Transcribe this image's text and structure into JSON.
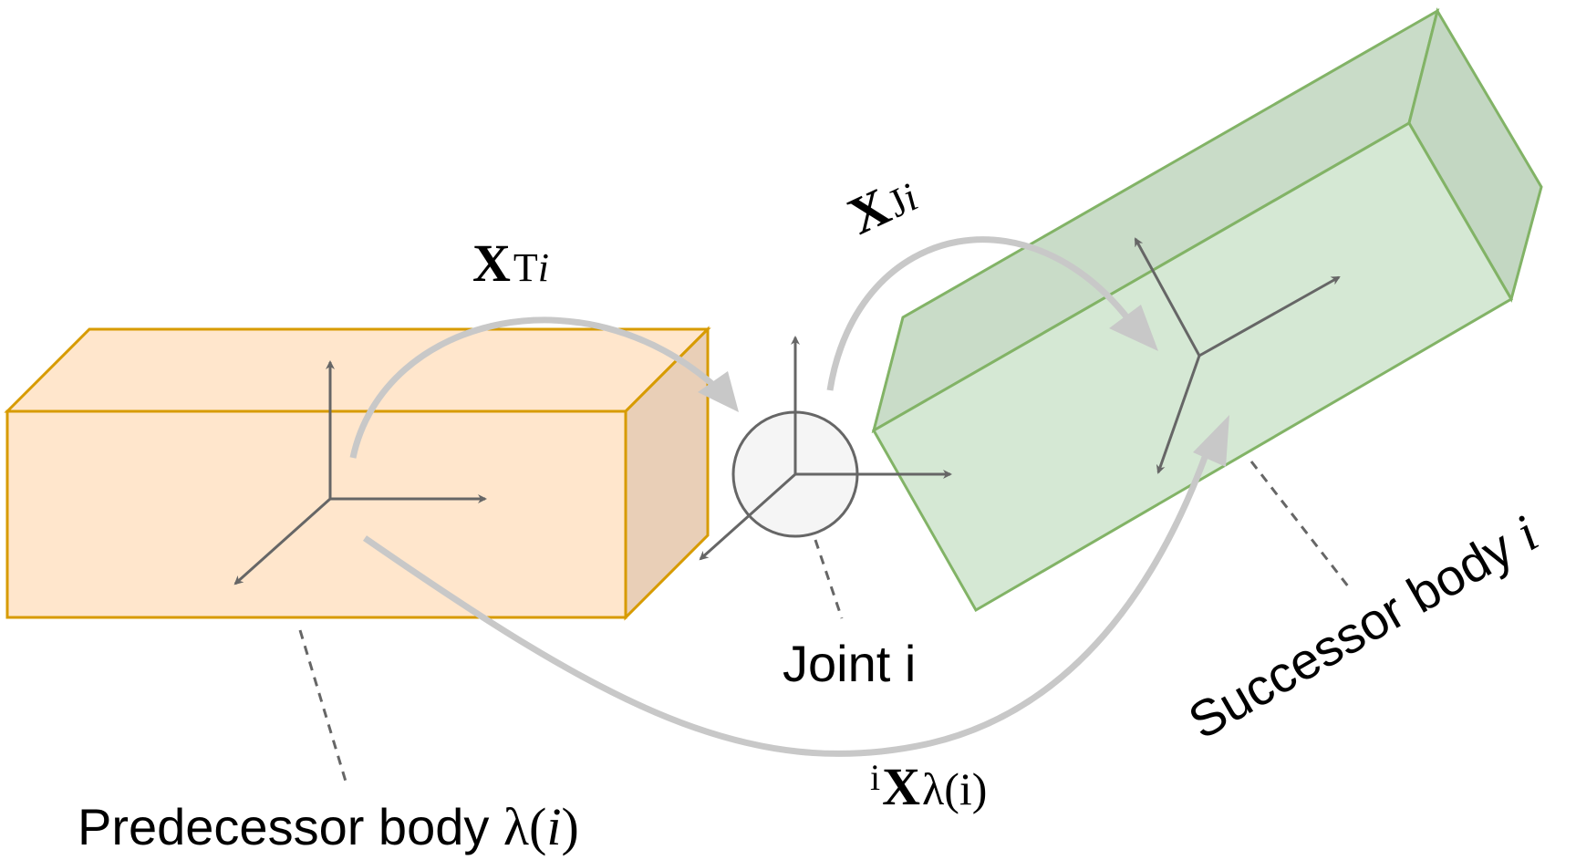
{
  "labels": {
    "predecessor_text": "Predecessor body ",
    "predecessor_symbol": "λ(",
    "predecessor_var": "i",
    "predecessor_close": ")",
    "joint": "Joint i",
    "successor_text": "Successor body ",
    "successor_var": "i"
  },
  "transforms": {
    "xt": {
      "bold": "X",
      "sub": "T",
      "sub_var": "i"
    },
    "xj": {
      "bold": "X",
      "sub": "J",
      "sub_var": "i"
    },
    "xl": {
      "sup": "i",
      "bold": "X",
      "sub": "λ(i)"
    }
  },
  "colors": {
    "predecessor_fill": "#ffe6cc",
    "predecessor_side": "#e9cfb7",
    "predecessor_stroke": "#d79b00",
    "successor_fill": "#d5e8d4",
    "successor_side": "#c3d7c2",
    "successor_stroke": "#82b366",
    "frame_axis": "#666666",
    "transform_arrow": "#c8c8c8",
    "joint_fill": "#f5f5f5"
  }
}
